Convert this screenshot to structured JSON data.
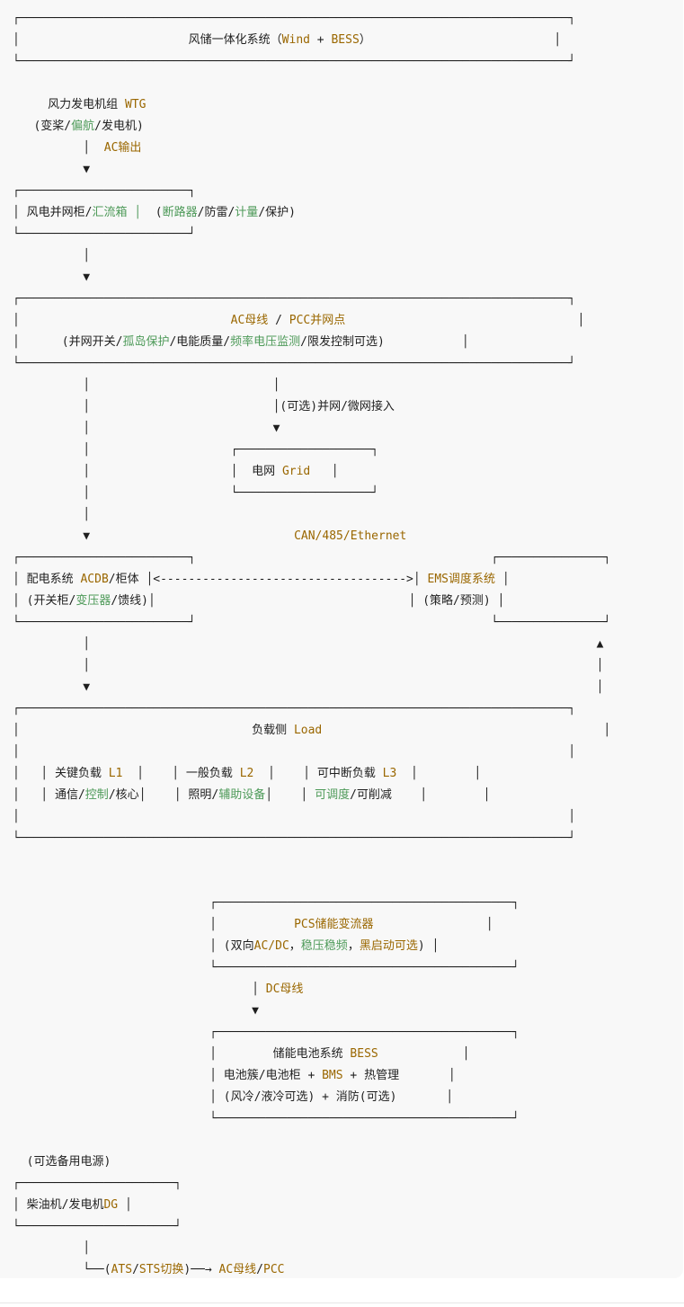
{
  "colors": {
    "background": "#f8f8f8",
    "text": "#1f1f1f",
    "keyword": "#9a6700",
    "green": "#4e9a59"
  },
  "lines": [
    [
      {
        "t": "┌──────────────────────────────────────────────────────────────────────────────┐"
      }
    ],
    [
      {
        "t": "│                        风储一体化系统（"
      },
      {
        "t": "Wind",
        "c": "k"
      },
      {
        "t": " + "
      },
      {
        "t": "BESS",
        "c": "k"
      },
      {
        "t": "）                          │"
      }
    ],
    [
      {
        "t": "└──────────────────────────────────────────────────────────────────────────────┘"
      }
    ],
    [
      {
        "t": ""
      }
    ],
    [
      {
        "t": "     风力发电机组 "
      },
      {
        "t": "WTG",
        "c": "k"
      }
    ],
    [
      {
        "t": "   (变桨/"
      },
      {
        "t": "偏航",
        "c": "g"
      },
      {
        "t": "/发电机)"
      }
    ],
    [
      {
        "t": "          │  "
      },
      {
        "t": "AC输出",
        "c": "k"
      }
    ],
    [
      {
        "t": "          ▼"
      }
    ],
    [
      {
        "t": "┌────────────────────────┐"
      }
    ],
    [
      {
        "t": "│ 风电并网柜/"
      },
      {
        "t": "汇流箱 │",
        "c": "g"
      },
      {
        "t": "  ("
      },
      {
        "t": "断路器",
        "c": "g"
      },
      {
        "t": "/防雷/"
      },
      {
        "t": "计量",
        "c": "g"
      },
      {
        "t": "/保护)"
      }
    ],
    [
      {
        "t": "└────────────────────────┘"
      }
    ],
    [
      {
        "t": "          │"
      }
    ],
    [
      {
        "t": "          ▼"
      }
    ],
    [
      {
        "t": "┌──────────────────────────────────────────────────────────────────────────────┐"
      }
    ],
    [
      {
        "t": "│                              "
      },
      {
        "t": "AC母线",
        "c": "k"
      },
      {
        "t": " / "
      },
      {
        "t": "PCC并网点",
        "c": "k"
      },
      {
        "t": "                                 │"
      }
    ],
    [
      {
        "t": "│      (并网开关/"
      },
      {
        "t": "孤岛保护",
        "c": "g"
      },
      {
        "t": "/电能质量/"
      },
      {
        "t": "频率电压监测",
        "c": "g"
      },
      {
        "t": "/限发控制可选)           │"
      }
    ],
    [
      {
        "t": "└──────────────────────────────────────────────────────────────────────────────┘"
      }
    ],
    [
      {
        "t": "          │                          │"
      }
    ],
    [
      {
        "t": "          │                          │(可选)并网/微网接入"
      }
    ],
    [
      {
        "t": "          │                          ▼"
      }
    ],
    [
      {
        "t": "          │                    ┌───────────────────┐"
      }
    ],
    [
      {
        "t": "          │                    │  电网 "
      },
      {
        "t": "Grid",
        "c": "k"
      },
      {
        "t": "   │"
      }
    ],
    [
      {
        "t": "          │                    └───────────────────┘"
      }
    ],
    [
      {
        "t": "          │"
      }
    ],
    [
      {
        "t": "          ▼                             "
      },
      {
        "t": "CAN/485/Ethernet",
        "c": "k"
      }
    ],
    [
      {
        "t": "┌────────────────────────┐                                          ┌───────────────┐"
      }
    ],
    [
      {
        "t": "│ 配电系统 "
      },
      {
        "t": "ACDB",
        "c": "k"
      },
      {
        "t": "/柜体 │<----------------------------------->│ "
      },
      {
        "t": "EMS调度系统",
        "c": "k"
      },
      {
        "t": " │"
      }
    ],
    [
      {
        "t": "│ (开关柜/"
      },
      {
        "t": "变压器",
        "c": "g"
      },
      {
        "t": "/馈线)│                                    │ (策略/预测) │"
      }
    ],
    [
      {
        "t": "└────────────────────────┘                                          └───────────────┘"
      }
    ],
    [
      {
        "t": "          │                                                                        ▲"
      }
    ],
    [
      {
        "t": "          │                                                                        │"
      }
    ],
    [
      {
        "t": "          ▼                                                                        │"
      }
    ],
    [
      {
        "t": "┌──────────────────────────────────────────────────────────────────────────────┐"
      }
    ],
    [
      {
        "t": "│                                 负载侧 "
      },
      {
        "t": "Load",
        "c": "k"
      },
      {
        "t": "                                        │"
      }
    ],
    [
      {
        "t": "│                                                                              │"
      }
    ],
    [
      {
        "t": "│   │ 关键负载 "
      },
      {
        "t": "L1",
        "c": "k"
      },
      {
        "t": "  │    │ 一般负载 "
      },
      {
        "t": "L2",
        "c": "k"
      },
      {
        "t": "  │    │ 可中断负载 "
      },
      {
        "t": "L3",
        "c": "k"
      },
      {
        "t": "  │        │"
      }
    ],
    [
      {
        "t": "│   │ 通信/"
      },
      {
        "t": "控制",
        "c": "g"
      },
      {
        "t": "/核心│    │ 照明/"
      },
      {
        "t": "辅助设备",
        "c": "g"
      },
      {
        "t": "│    │ "
      },
      {
        "t": "可调度",
        "c": "g"
      },
      {
        "t": "/可削减    │        │"
      }
    ],
    [
      {
        "t": "│                                                                              │"
      }
    ],
    [
      {
        "t": "└──────────────────────────────────────────────────────────────────────────────┘"
      }
    ],
    [
      {
        "t": ""
      }
    ],
    [
      {
        "t": ""
      }
    ],
    [
      {
        "t": "                            ┌──────────────────────────────────────────┐"
      }
    ],
    [
      {
        "t": "                            │           "
      },
      {
        "t": "PCS储能变流器",
        "c": "k"
      },
      {
        "t": "                │"
      }
    ],
    [
      {
        "t": "                            │ (双向"
      },
      {
        "t": "AC/DC",
        "c": "k"
      },
      {
        "t": "，"
      },
      {
        "t": "稳压稳频",
        "c": "g"
      },
      {
        "t": "，"
      },
      {
        "t": "黑启动可选",
        "c": "k"
      },
      {
        "t": ") │"
      }
    ],
    [
      {
        "t": "                            └──────────────────────────────────────────┘"
      }
    ],
    [
      {
        "t": "                                  │ "
      },
      {
        "t": "DC母线",
        "c": "k"
      }
    ],
    [
      {
        "t": "                                  ▼"
      }
    ],
    [
      {
        "t": "                            ┌──────────────────────────────────────────┐"
      }
    ],
    [
      {
        "t": "                            │        储能电池系统 "
      },
      {
        "t": "BESS",
        "c": "k"
      },
      {
        "t": "            │"
      }
    ],
    [
      {
        "t": "                            │ 电池簇/电池柜 + "
      },
      {
        "t": "BMS",
        "c": "k"
      },
      {
        "t": " + 热管理       │"
      }
    ],
    [
      {
        "t": "                            │ (风冷/液冷可选) + 消防(可选)       │"
      }
    ],
    [
      {
        "t": "                            └──────────────────────────────────────────┘"
      }
    ],
    [
      {
        "t": ""
      }
    ],
    [
      {
        "t": "  (可选备用电源)"
      }
    ],
    [
      {
        "t": "┌──────────────────────┐"
      }
    ],
    [
      {
        "t": "│ 柴油机/发电机"
      },
      {
        "t": "DG",
        "c": "k"
      },
      {
        "t": " │"
      }
    ],
    [
      {
        "t": "└──────────────────────┘"
      }
    ],
    [
      {
        "t": "          │"
      }
    ],
    [
      {
        "t": "          └──("
      },
      {
        "t": "ATS",
        "c": "k"
      },
      {
        "t": "/"
      },
      {
        "t": "STS切换",
        "c": "k"
      },
      {
        "t": ")──→ "
      },
      {
        "t": "AC母线",
        "c": "k"
      },
      {
        "t": "/"
      },
      {
        "t": "PCC",
        "c": "k"
      }
    ]
  ]
}
